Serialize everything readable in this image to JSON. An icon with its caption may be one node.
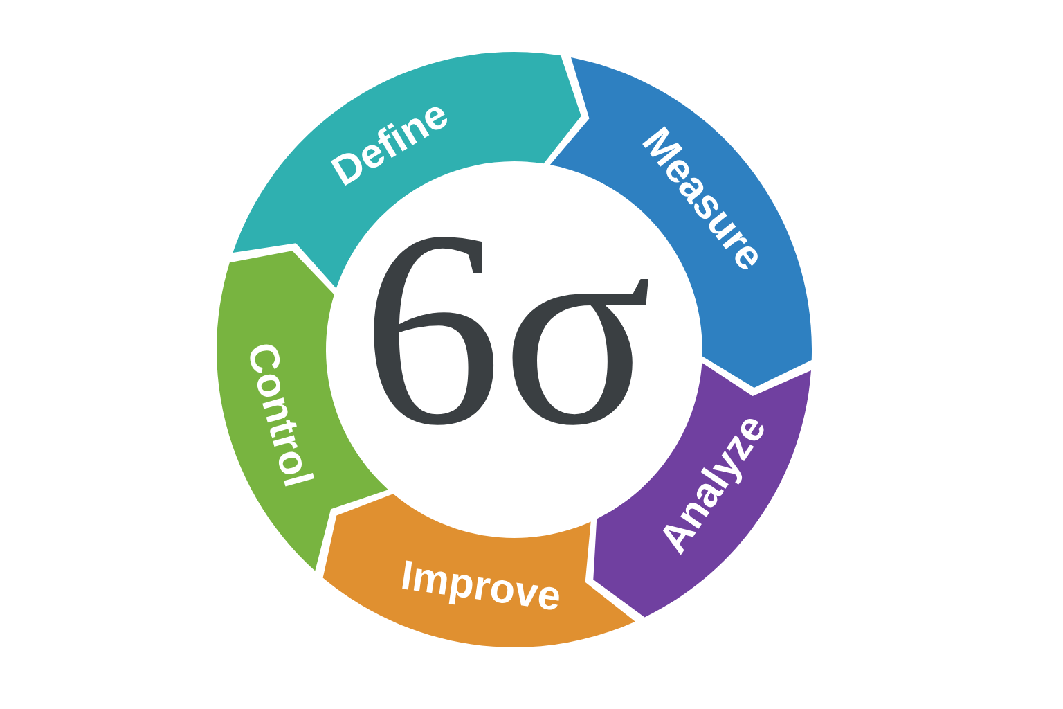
{
  "diagram": {
    "nodes": [
      {
        "text": [
          "Define"
        ]
      },
      {
        "text": [
          "Measure"
        ]
      },
      {
        "text": [
          "Analyze"
        ]
      },
      {
        "text": [
          "Improve"
        ]
      },
      {
        "text": [
          "Control"
        ]
      }
    ],
    "labels": [
      "6σ"
    ]
  }
}
